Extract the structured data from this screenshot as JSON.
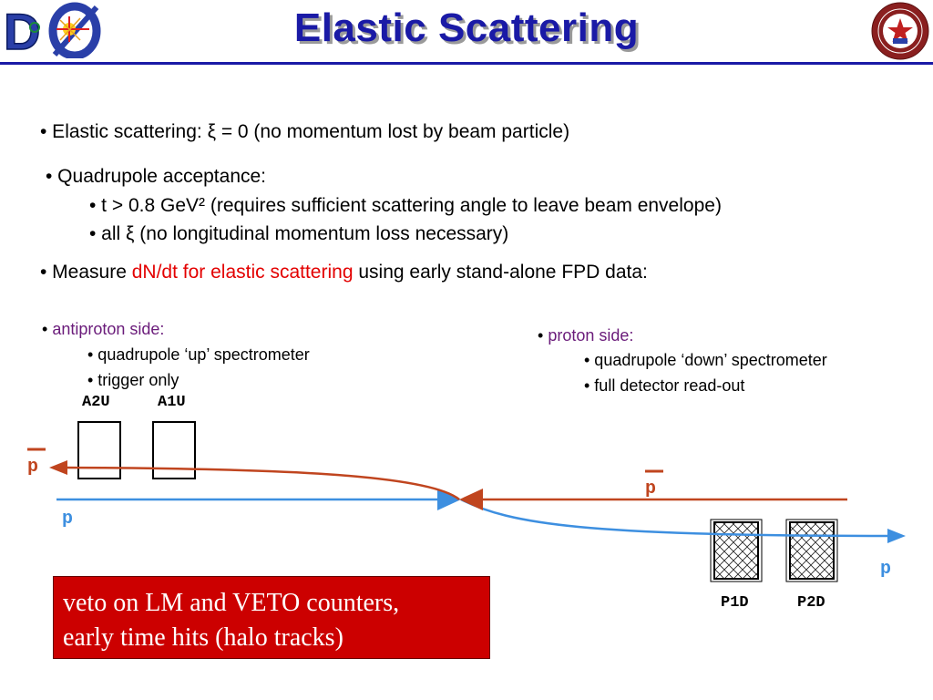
{
  "slide": {
    "title": "Elastic Scattering",
    "logo_icon": "d0-logo-icon",
    "seal_icon": "university-seal-icon",
    "bullets": {
      "b1": "• Elastic scattering: ξ = 0 (no momentum lost by beam particle)",
      "b2": "• Quadrupole acceptance:",
      "b2a": "• t > 0.8 GeV² (requires sufficient scattering angle to leave beam envelope)",
      "b2b": "• all ξ (no longitudinal momentum loss necessary)",
      "b3_pre": "• Measure ",
      "b3_red": "dN/dt for elastic scattering",
      "b3_post": " using early stand-alone FPD data:"
    },
    "antiproton": {
      "bullet": "• ",
      "head": "antiproton side:",
      "item1": "• quadrupole ‘up’ spectrometer",
      "item2": "• trigger only"
    },
    "proton": {
      "bullet": "• ",
      "head": "proton side:",
      "item1": "• quadrupole ‘down’ spectrometer",
      "item2": "• full detector read-out"
    },
    "detectors": {
      "a2u": "A2U",
      "a1u": "A1U",
      "p1d": "P1D",
      "p2d": "P2D"
    },
    "particles": {
      "pbar_left": "p",
      "p_left": "p",
      "pbar_right": "p",
      "p_right": "p"
    },
    "veto": {
      "line1": "veto on LM and VETO counters,",
      "line2": "early time hits (halo tracks)"
    },
    "colors": {
      "title": "#1a1aa6",
      "highlight": "#e30000",
      "side_heading": "#6a1b7a",
      "antiproton_track": "#c0451f",
      "proton_track": "#3d8fe0",
      "veto_box": "#cc0000"
    }
  }
}
